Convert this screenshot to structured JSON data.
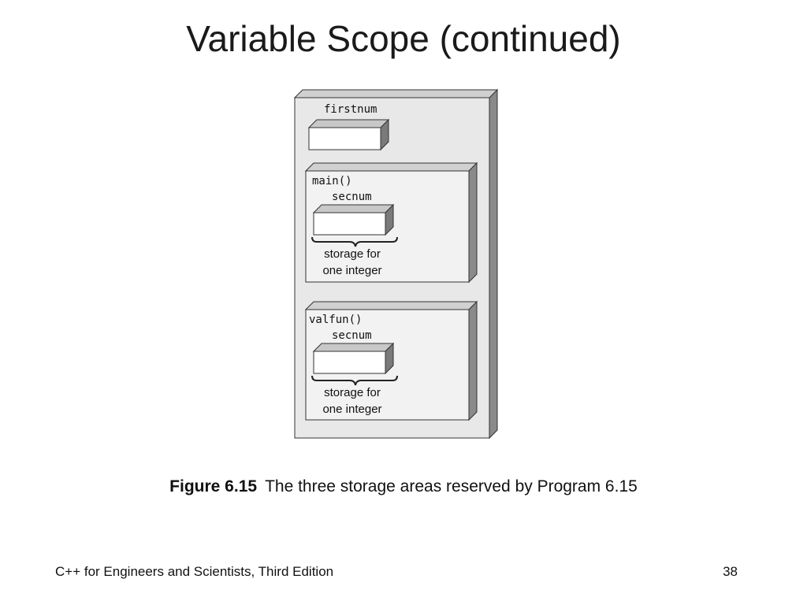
{
  "title": "Variable Scope (continued)",
  "diagram": {
    "global_var": "firstnum",
    "sections": [
      {
        "function": "main()",
        "variable": "secnum",
        "note_line1": "storage for",
        "note_line2": "one integer"
      },
      {
        "function": "valfun()",
        "variable": "secnum",
        "note_line1": "storage for",
        "note_line2": "one integer"
      }
    ]
  },
  "caption": {
    "label": "Figure 6.15",
    "text": "The three storage areas reserved by Program 6.15"
  },
  "footer": {
    "left": "C++ for Engineers and Scientists, Third Edition",
    "page": "38"
  },
  "colors": {
    "panel_fill": "#e8e8e8",
    "panel_side": "#8a8a8a",
    "box_top": "#c8c8c8",
    "box_side": "#7a7a7a",
    "stroke": "#333333"
  }
}
